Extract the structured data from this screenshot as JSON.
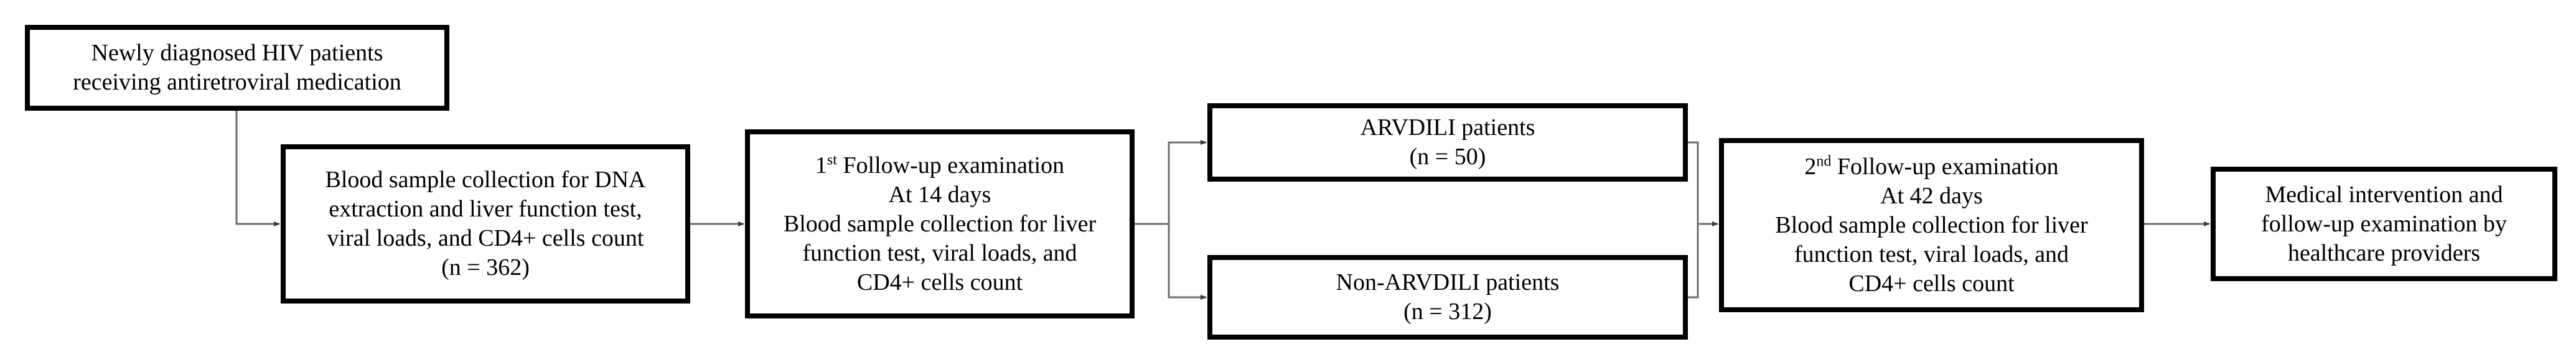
{
  "boxes": {
    "start": {
      "line1": "Newly diagnosed HIV patients",
      "line2": "receiving antiretroviral medication"
    },
    "baseline": {
      "line1": "Blood sample collection for DNA",
      "line2": "extraction and liver function test,",
      "line3": "viral loads, and CD4+ cells count",
      "line4": "(n = 362)"
    },
    "followup1": {
      "ordinal_number": "1",
      "ordinal_suffix": "st",
      "title_rest": " Follow-up examination",
      "line2": "At 14 days",
      "line3": "Blood sample collection for liver",
      "line4": "function test, viral loads, and",
      "line5": "CD4+ cells count"
    },
    "arvdili": {
      "line1": "ARVDILI patients",
      "line2": "(n = 50)"
    },
    "non_arvdili": {
      "line1": "Non-ARVDILI patients",
      "line2": "(n = 312)"
    },
    "followup2": {
      "ordinal_number": "2",
      "ordinal_suffix": "nd",
      "title_rest": " Follow-up examination",
      "line2": "At 42 days",
      "line3": "Blood sample collection for liver",
      "line4": "function test, viral loads, and",
      "line5": "CD4+ cells count"
    },
    "intervention": {
      "line1": "Medical intervention and",
      "line2": "follow-up examination by",
      "line3": "healthcare providers"
    }
  },
  "colors": {
    "box_border": "#000000",
    "connector": "#6e6e6e",
    "background": "#ffffff"
  }
}
